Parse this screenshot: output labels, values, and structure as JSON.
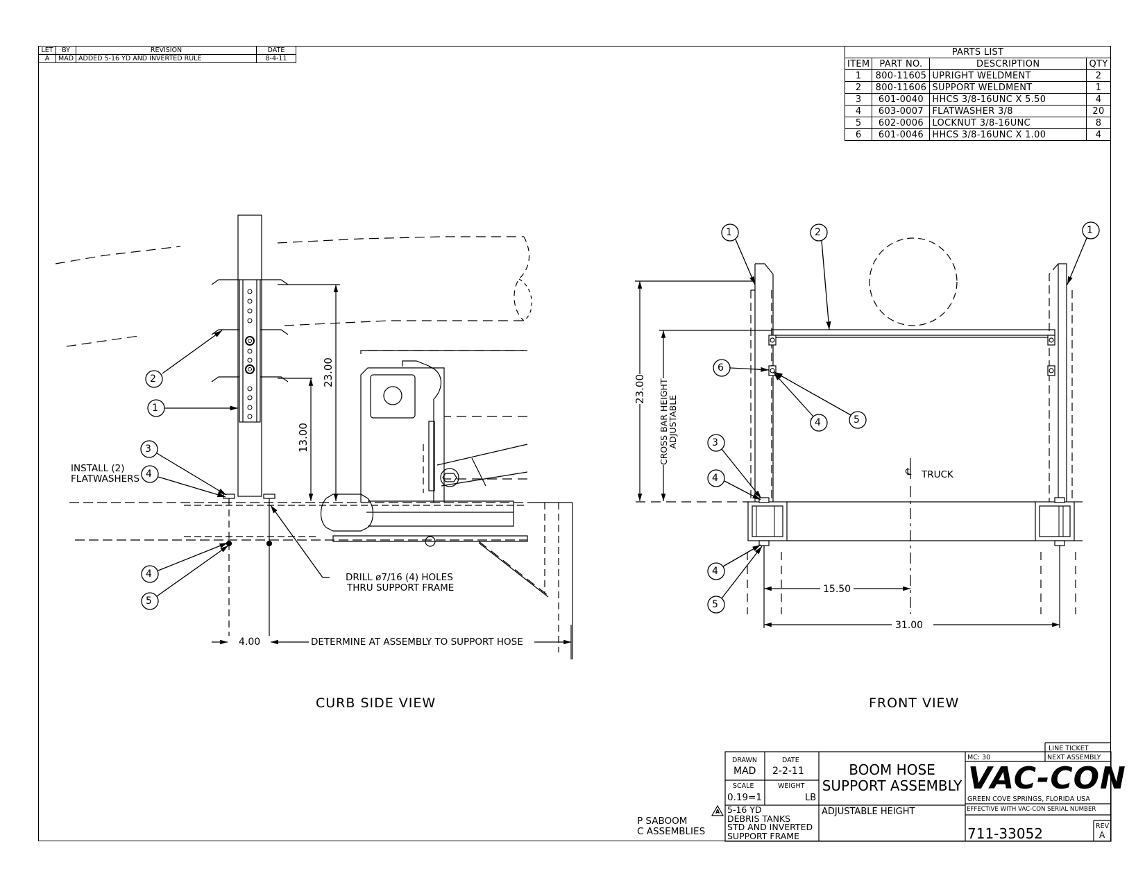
{
  "revision_block": {
    "headers": [
      "LET",
      "BY",
      "REVISION",
      "DATE"
    ],
    "rows": [
      {
        "let": "A",
        "by": "MAD",
        "revision": "ADDED 5-16 YD AND INVERTED RULE",
        "date": "8-4-11"
      }
    ]
  },
  "parts_list": {
    "title": "PARTS LIST",
    "headers": [
      "ITEM",
      "PART NO.",
      "DESCRIPTION",
      "QTY"
    ],
    "rows": [
      {
        "item": "1",
        "part_no": "800-11605",
        "description": "UPRIGHT WELDMENT",
        "qty": "2"
      },
      {
        "item": "2",
        "part_no": "800-11606",
        "description": "SUPPORT WELDMENT",
        "qty": "1"
      },
      {
        "item": "3",
        "part_no": "601-0040",
        "description": "HHCS 3/8-16UNC X 5.50",
        "qty": "4"
      },
      {
        "item": "4",
        "part_no": "603-0007",
        "description": "FLATWASHER 3/8",
        "qty": "20"
      },
      {
        "item": "5",
        "part_no": "602-0006",
        "description": "LOCKNUT 3/8-16UNC",
        "qty": "8"
      },
      {
        "item": "6",
        "part_no": "601-0046",
        "description": "HHCS 3/8-16UNC X 1.00",
        "qty": "4"
      }
    ]
  },
  "curb_side_view": {
    "title": "CURB SIDE VIEW",
    "note_install_line1": "INSTALL (2)",
    "note_install_line2": "FLATWASHERS",
    "note_drill_line1": "DRILL ø7/16 (4) HOLES",
    "note_drill_line2": "THRU SUPPORT FRAME",
    "dim_23": "23.00",
    "dim_13": "13.00",
    "dim_4": "4.00",
    "dim_determine": "DETERMINE AT ASSEMBLY TO SUPPORT HOSE",
    "balloons": [
      "2",
      "1",
      "3",
      "4",
      "4",
      "5"
    ]
  },
  "front_view": {
    "title": "FRONT VIEW",
    "dim_23": "23.00",
    "cross_bar_line1": "CROSS BAR HEIGHT",
    "cross_bar_line2": "ADJUSTABLE",
    "dim_15_50": "15.50",
    "dim_31": "31.00",
    "truck_label": "TRUCK",
    "centerline_symbol": "℄",
    "balloons": [
      "1",
      "2",
      "1",
      "6",
      "4",
      "5",
      "3",
      "4",
      "4",
      "5"
    ]
  },
  "notes": {
    "p_line": "P SABOOM",
    "c_line": "C ASSEMBLIES",
    "rev_triangle": "A"
  },
  "title_block": {
    "drawn_label": "DRAWN",
    "drawn_value": "MAD",
    "date_label": "DATE",
    "date_value": "2-2-11",
    "scale_label": "SCALE",
    "scale_value": "0.19=1",
    "weight_label": "WEIGHT",
    "weight_unit": "LB",
    "title_line1": "BOOM HOSE",
    "title_line2": "SUPPORT ASSEMBLY",
    "subtitle": "ADJUSTABLE HEIGHT",
    "desc_line1": "5-16 YD",
    "desc_line2": "DEBRIS TANKS",
    "desc_line3": "STD AND INVERTED",
    "desc_line4": "SUPPORT FRAME",
    "mc": "MC: 30",
    "line_ticket": "LINE TICKET",
    "next_assembly": "NEXT ASSEMBLY",
    "logo": "VAC-CON",
    "location": "GREEN COVE SPRINGS, FLORIDA USA",
    "effective": "EFFECTIVE WITH VAC-CON SERIAL NUMBER",
    "drawing_number": "711-33052",
    "rev_label": "REV",
    "rev_value": "A"
  }
}
